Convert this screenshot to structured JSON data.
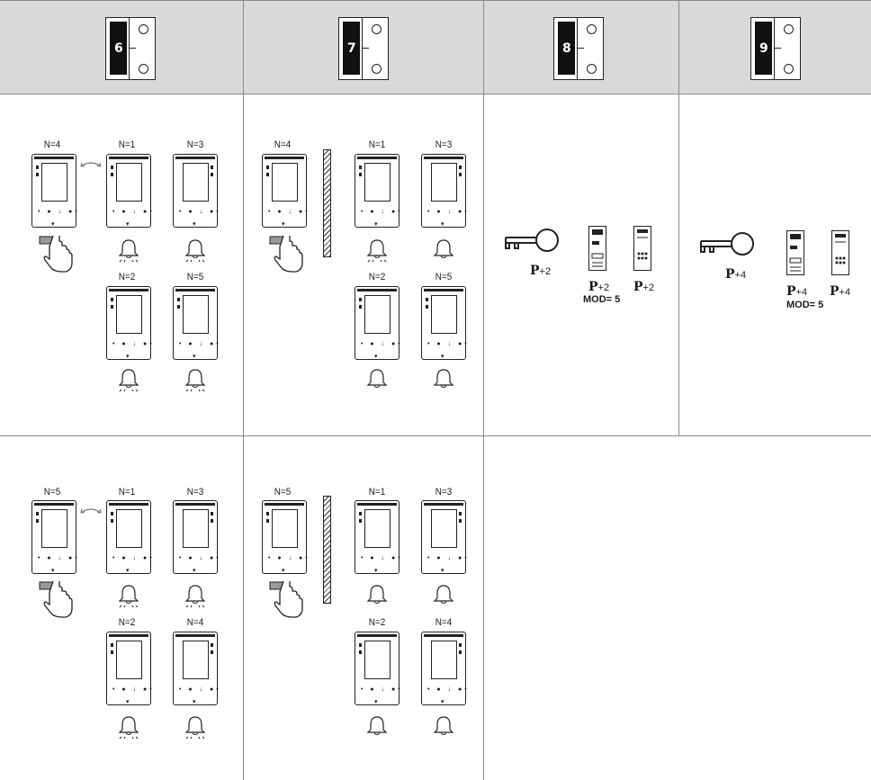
{
  "switch_numbers": [
    "6",
    "7",
    "8",
    "9"
  ],
  "panel_a": {
    "labels": [
      "N=4",
      "N=1",
      "N=3",
      "N=2",
      "N=5"
    ]
  },
  "panel_b": {
    "labels": [
      "N=4",
      "N=1",
      "N=3",
      "N=2",
      "N=5"
    ]
  },
  "panel_c": {
    "p_main": "P",
    "p_suffix": "+2",
    "mod": "MOD= 5"
  },
  "panel_d": {
    "p_main": "P",
    "p_suffix": "+4",
    "mod": "MOD= 5"
  },
  "panel_e": {
    "labels": [
      "N=5",
      "N=1",
      "N=3",
      "N=2",
      "N=4"
    ]
  },
  "panel_f": {
    "labels": [
      "N=5",
      "N=1",
      "N=3",
      "N=2",
      "N=4"
    ]
  },
  "icons": [
    "dip-switch-icon",
    "video-intercom-icon",
    "bell-icon",
    "hand-press-icon",
    "wall-icon",
    "key-icon",
    "din-module-icon"
  ]
}
